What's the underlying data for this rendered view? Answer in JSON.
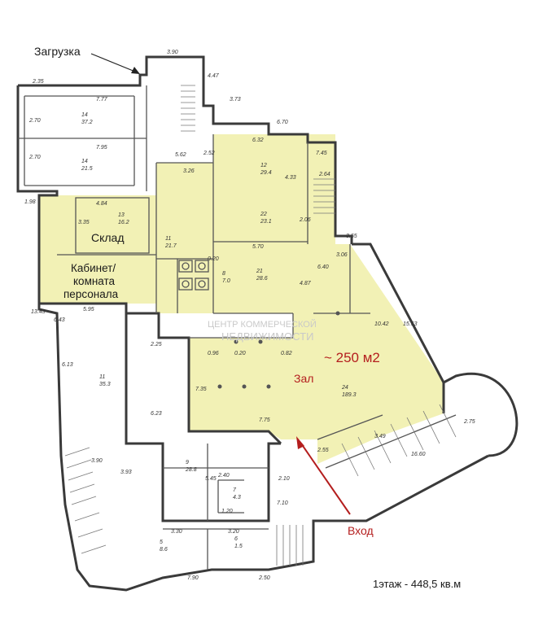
{
  "labels": {
    "zagruzka": "Загрузка",
    "sklad": "Склад",
    "kabinet_1": "Кабинет/",
    "kabinet_2": "комната",
    "kabinet_3": "персонала",
    "area": "~ 250 м2",
    "zal": "Зал",
    "vkhod": "Вход",
    "footer": "1этаж - 448,5 кв.м"
  },
  "watermark": {
    "line1": "ЦЕНТР КОММЕРЧЕСКОЙ",
    "line2": "НЕДВИЖИМОСТИ"
  },
  "dimensions": [
    "3.90",
    "2.35",
    "7.77",
    "7.95",
    "2.70",
    "2.70",
    "1.98",
    "4.84",
    "3.35",
    "6.32",
    "3.26",
    "5.62",
    "2.52",
    "5.70",
    "6.70",
    "3.73",
    "7.45",
    "2.64",
    "3.55",
    "3.06",
    "6.40",
    "2.06",
    "4.33",
    "6.43",
    "4.87",
    "5.95",
    "6.13",
    "2.25",
    "6.23",
    "3.90",
    "3.93",
    "7.35",
    "7.75",
    "0.96",
    "0.20",
    "0.82",
    "3.49",
    "2.55",
    "16.60",
    "2.75",
    "15.53",
    "3.30",
    "3.20",
    "2.50",
    "7.90",
    "2.40",
    "1.20",
    "7.10",
    "4.47",
    "10.42",
    "13.43",
    "5.45",
    "0.20",
    "2.10"
  ],
  "room_numbers": [
    {
      "num": "14",
      "area": "37.2"
    },
    {
      "num": "14",
      "area": "21.5"
    },
    {
      "num": "13",
      "area": "16.2"
    },
    {
      "num": "12",
      "area": "29.4"
    },
    {
      "num": "22",
      "area": "23.1"
    },
    {
      "num": "21",
      "area": "28.6"
    },
    {
      "num": "11",
      "area": "21.7"
    },
    {
      "num": "24",
      "area": "189.3"
    },
    {
      "num": "11",
      "area": "35.3"
    },
    {
      "num": "9",
      "area": "28.8"
    },
    {
      "num": "7",
      "area": "4.3"
    },
    {
      "num": "6",
      "area": "1.5"
    },
    {
      "num": "5",
      "area": "8.6"
    },
    {
      "num": "8",
      "area": "7.0"
    }
  ],
  "colors": {
    "highlight": "#f2f1b5",
    "annotation_red": "#b41e1e",
    "wall": "#3a3a3a"
  }
}
